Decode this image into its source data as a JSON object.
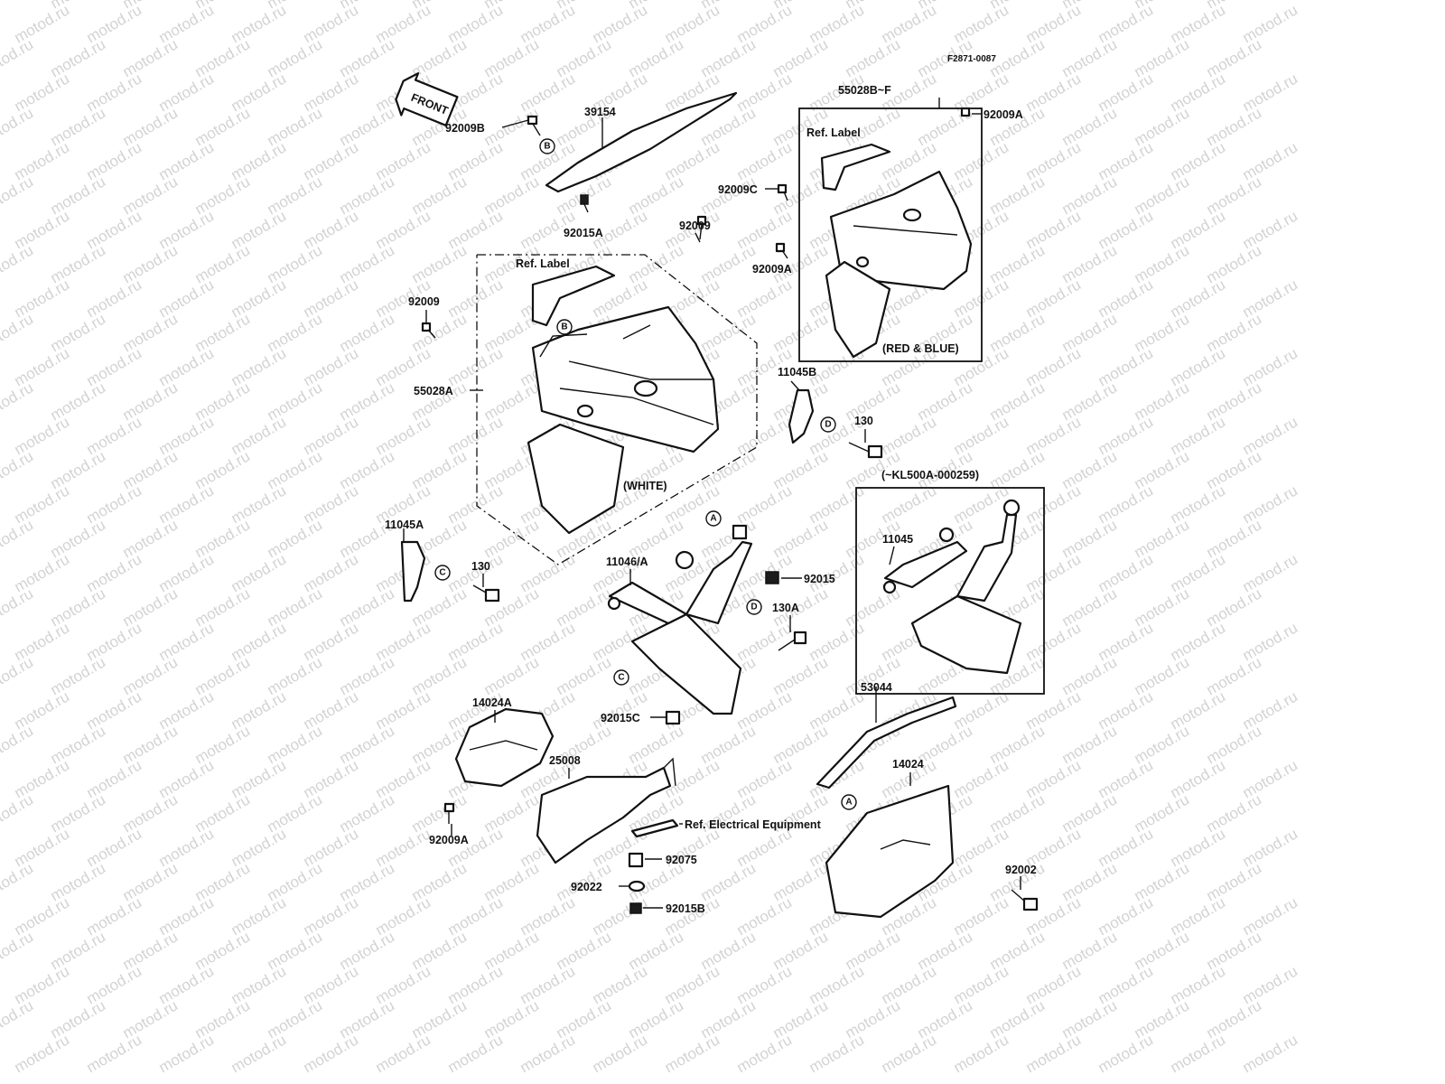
{
  "diagram": {
    "figure_code": "F2871-0087",
    "direction_arrow": "FRONT",
    "part_labels": {
      "p39154": "39154",
      "p92009B": "92009B",
      "p92015A": "92015A",
      "p92009_top": "92009",
      "p92009_left": "92009",
      "p55028A": "55028A",
      "p55028B_F": "55028B~F",
      "p92009A_top": "92009A",
      "p92009C": "92009C",
      "p92009A_mid": "92009A",
      "p11045B": "11045B",
      "p130_right": "130",
      "p11045A": "11045A",
      "p130_left": "130",
      "p11046A": "11046/A",
      "p92015": "92015",
      "p130A": "130A",
      "p11045": "11045",
      "p14024A": "14024A",
      "p92015C": "92015C",
      "p25008": "25008",
      "p92009A_bottom": "92009A",
      "p92075": "92075",
      "p92022": "92022",
      "p92015B": "92015B",
      "p53044": "53044",
      "p14024": "14024",
      "p92002": "92002"
    },
    "notes": {
      "ref_label_left": "Ref. Label",
      "ref_label_right": "Ref. Label",
      "white": "(WHITE)",
      "red_blue": "(RED & BLUE)",
      "serial_range": "(~KL500A-000259)",
      "ref_electrical": "Ref. Electrical Equipment"
    },
    "callouts": {
      "A": "A",
      "B": "B",
      "C": "C",
      "D": "D"
    },
    "watermark": "motod.ru"
  }
}
